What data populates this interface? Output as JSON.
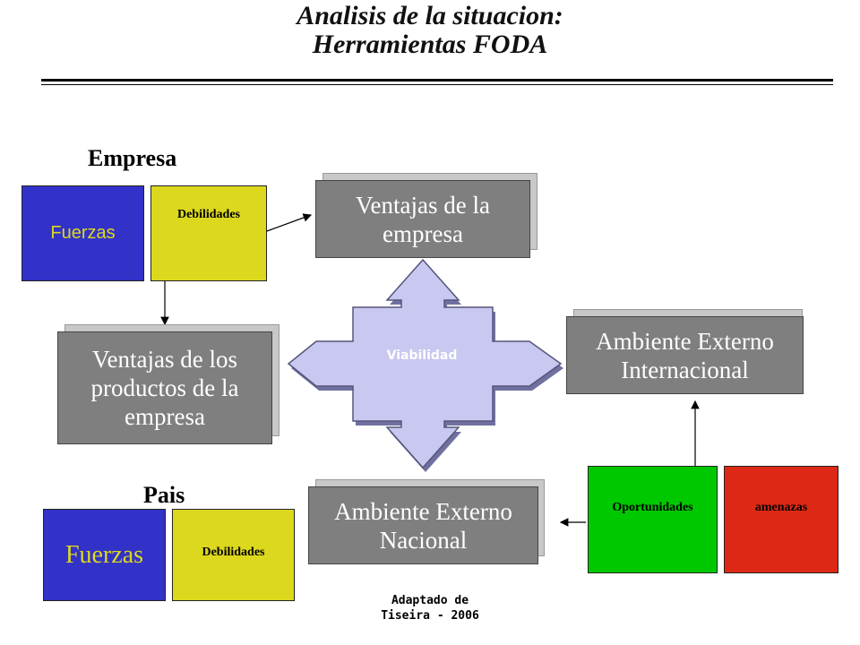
{
  "title": {
    "line1": "Analisis de la situacion:",
    "line2": "Herramientas FODA"
  },
  "empresa": {
    "heading": "Empresa",
    "fuerzas": "Fuerzas",
    "debilidades": "Debilidades"
  },
  "pais": {
    "heading": "Pais",
    "fuerzas": "Fuerzas",
    "debilidades": "Debilidades"
  },
  "boxes": {
    "ventajas_empresa": "Ventajas de la empresa",
    "ventajas_productos": "Ventajas de los productos de la empresa",
    "ambiente_internacional": "Ambiente Externo Internacional",
    "ambiente_nacional": "Ambiente Externo Nacional"
  },
  "center": "Viabilidad",
  "external": {
    "oportunidades": "Oportunidades",
    "amenazas": "amenazas"
  },
  "footer": {
    "line1": "Adaptado de",
    "line2": "Tiseira - 2006"
  },
  "colors": {
    "fuerzas": "#3232c8",
    "debilidades": "#dcd81e",
    "oportunidades": "#00c800",
    "amenazas": "#dc2814",
    "box_gray": "#7f7f7f",
    "cross": "#c8c8f0"
  }
}
